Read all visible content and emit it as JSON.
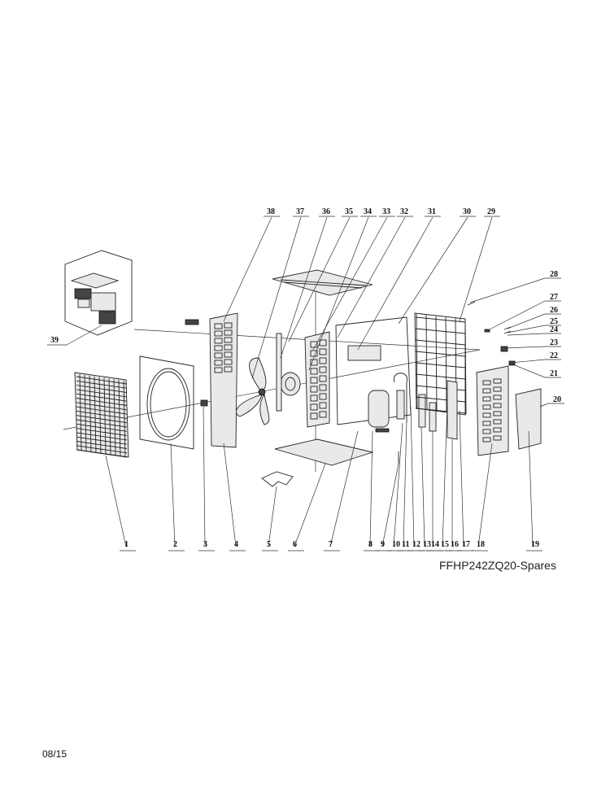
{
  "diagram": {
    "caption": "FFHP242ZQ20-Spares",
    "date": "08/15",
    "bottom_refs": [
      "1",
      "2",
      "3",
      "4",
      "5",
      "6",
      "7",
      "8",
      "9",
      "10",
      "11",
      "12",
      "13",
      "14",
      "15",
      "16",
      "17",
      "18",
      "19"
    ],
    "top_refs": [
      "38",
      "37",
      "36",
      "35",
      "34",
      "33",
      "32",
      "31",
      "30",
      "29"
    ],
    "right_refs": [
      "28",
      "27",
      "26",
      "25",
      "24",
      "23",
      "22",
      "21",
      "20"
    ],
    "left_refs": [
      "39"
    ]
  }
}
